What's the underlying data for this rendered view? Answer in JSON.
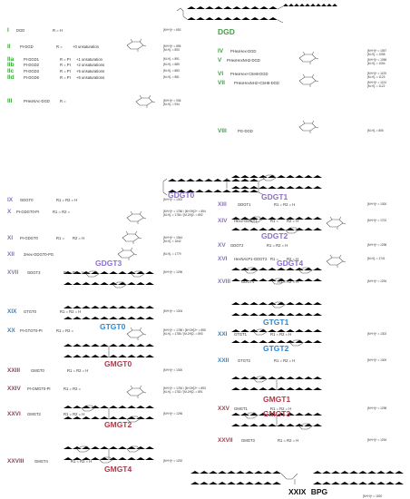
{
  "colors": {
    "green": "#3aa63a",
    "blue": "#2f86d0",
    "purple": "#8b6fc9",
    "red": "#b0394a",
    "black": "#111111"
  },
  "headers": {
    "DGD": {
      "text": "DGD",
      "color": "green"
    },
    "GDGT0": {
      "text": "GDGT0",
      "color": "purple"
    },
    "GDGT1": {
      "text": "GDGT1",
      "color": "purple"
    },
    "GDGT2": {
      "text": "GDGT2",
      "color": "purple"
    },
    "GDGT3": {
      "text": "GDGT3",
      "color": "purple"
    },
    "GDGT4": {
      "text": "GDGT4",
      "color": "purple"
    },
    "GTGT0": {
      "text": "GTGT0",
      "color": "blue"
    },
    "GTGT1": {
      "text": "GTGT1",
      "color": "blue"
    },
    "GTGT2": {
      "text": "GTGT2",
      "color": "blue"
    },
    "GMGT0": {
      "text": "GMGT0",
      "color": "red"
    },
    "GMGT1": {
      "text": "GMGT1",
      "color": "red"
    },
    "GMGT2": {
      "text": "GMGT2",
      "color": "red"
    },
    "GMGT3": {
      "text": "GMGT3",
      "color": "red"
    },
    "GMGT4": {
      "text": "GMGT4",
      "color": "red"
    }
  },
  "left_entries": [
    {
      "id": "I",
      "num": "I",
      "name": "DGD",
      "r": "R = H",
      "ms": "[M+H]+ = 653",
      "color": "green"
    },
    {
      "id": "II",
      "num": "II",
      "name": "PI-DGD",
      "r": "R =",
      "ms": "[M+H]+ = 895\n[M-H]- = 893",
      "color": "green",
      "extra": "+0 unsaturation"
    },
    {
      "id": "IIa",
      "num": "IIa",
      "name": "PI-DGD1",
      "r": "R = PI",
      "ms": "[M-H]- = 891",
      "color": "green",
      "extra": "+1 unsaturation"
    },
    {
      "id": "IIb",
      "num": "IIb",
      "name": "PI-DGD2",
      "r": "R = PI",
      "ms": "[M-H]- = 889",
      "color": "green",
      "extra": "+2 unsaturations"
    },
    {
      "id": "IIc",
      "num": "IIc",
      "name": "PI-DGD3",
      "r": "R = PI",
      "ms": "[M-H]- = 883",
      "color": "green",
      "extra": "+5 unsaturations"
    },
    {
      "id": "IId",
      "num": "IId",
      "name": "PI-DGD6",
      "r": "R = PI",
      "ms": "[M-H]- = 881",
      "color": "green",
      "extra": "+6 unsaturations"
    },
    {
      "id": "III",
      "num": "III",
      "name": "PHexNAc-DGD",
      "r": "R =",
      "ms": "[M+H]+ = 936\n[M-H]- = 934",
      "color": "green"
    },
    {
      "id": "IX",
      "num": "IX",
      "name": "GDGT0",
      "r": "R1 = R2 = H",
      "ms": "[M+H]+ = 1302",
      "color": "purple"
    },
    {
      "id": "X",
      "num": "X",
      "name": "PI-GDGT0-PI",
      "r": "R1 = R2 =",
      "ms": "[M+H]+ = 1786 / [M+2H]2+ = 894\n[M-H]- = 1784 / [M-2H]2- = 892",
      "color": "purple"
    },
    {
      "id": "XI",
      "num": "XI",
      "name": "PI-GDGT0",
      "r": "R1 =",
      "ms": "[M+H]+ = 1544\n[M-H]- = 1542",
      "color": "purple",
      "extra": "R2 = H"
    },
    {
      "id": "XII",
      "num": "XII",
      "name": "2Hex-GDGT0-PG",
      "r": "",
      "ms": "[M-H]- = 1779",
      "color": "purple"
    },
    {
      "id": "XVII",
      "num": "XVII",
      "name": "GDGT3",
      "r": "R1 = R2 = H",
      "ms": "[M+H]+ = 1296",
      "color": "purple"
    },
    {
      "id": "XIX",
      "num": "XIX",
      "name": "GTGT0",
      "r": "R1 = R2 = H",
      "ms": "[M+H]+ = 1304",
      "color": "blue"
    },
    {
      "id": "XX",
      "num": "XX",
      "name": "PI-GTGT0-PI",
      "r": "R1 = R2 =",
      "ms": "[M+H]+ = 1788 / [M+2H]2+ = 895\n[M-H]- = 1786 / [M-2H]2- = 893",
      "color": "blue"
    },
    {
      "id": "XXIII",
      "num": "XXIII",
      "name": "GMGT0",
      "r": "R1 = R2 = H",
      "ms": "[M+H]+ = 1300",
      "color": "red"
    },
    {
      "id": "XXIV",
      "num": "XXIV",
      "name": "PI-GMGT0-PI",
      "r": "R1 = R2 =",
      "ms": "[M+H]+ = 1784 / [M+2H]2+ = 893\n[M-H]- = 1782 / [M-2H]2- = 891",
      "color": "red"
    },
    {
      "id": "XXVI",
      "num": "XXVI",
      "name": "GMGT2",
      "r": "R1 = R2 = H",
      "ms": "[M+H]+ = 1296",
      "color": "red"
    },
    {
      "id": "XXVIII",
      "num": "XXVIII",
      "name": "GMGT4",
      "r": "R1 = R2 = H",
      "ms": "[M+H]+ = 1292",
      "color": "red"
    }
  ],
  "right_entries": [
    {
      "id": "IV",
      "num": "IV",
      "name": "PHexHex-DGD",
      "ms": "[M+H]+ = 1057\n[M-H]- = 1055",
      "color": "green"
    },
    {
      "id": "V",
      "num": "V",
      "name": "PHexHexNH2-DGD",
      "ms": "[M+H]+ = 1056\n[M-H]- = 1054",
      "color": "green"
    },
    {
      "id": "VI",
      "num": "VI",
      "name": "PHexHex+C5H8-DGD",
      "ms": "[M+H]+ = 1125\n[M-H]- = 1123",
      "color": "green"
    },
    {
      "id": "VII",
      "num": "VII",
      "name": "PHexHexNH2+C5H8-DGD",
      "ms": "[M+H]+ = 1124\n[M-H]- = 1122",
      "color": "green"
    },
    {
      "id": "VIII",
      "num": "VIII",
      "name": "PG-DGD",
      "ms": "[M-H]- = 806",
      "color": "green"
    },
    {
      "id": "XIII",
      "num": "XIII",
      "name": "GDGT1",
      "r": "R1 = R2 = H",
      "ms": "[M+H]+ = 1300",
      "color": "purple"
    },
    {
      "id": "XIV",
      "num": "XIV",
      "name": "Hex2-GDGT1",
      "r": "R1 =",
      "ms": "[M+H]+ = 1702",
      "color": "purple",
      "extra": "R2 = H"
    },
    {
      "id": "XV",
      "num": "XV",
      "name": "GDGT2",
      "r": "R1 = R2 = H",
      "ms": "[M+H]+ = 1298",
      "color": "purple"
    },
    {
      "id": "XVI",
      "num": "XVI",
      "name": "HexNAcP1-GDGT2",
      "r": "R1 =",
      "ms": "[M-H]- = 1741",
      "color": "purple",
      "extra": "R2 = H"
    },
    {
      "id": "XVIII",
      "num": "XVIII",
      "name": "GDGT4",
      "r": "R1 = R2 = H",
      "ms": "[M+H]+ = 1294",
      "color": "purple"
    },
    {
      "id": "XXI",
      "num": "XXI",
      "name": "GTGT1",
      "r": "R1 = R2 = H",
      "ms": "[M+H]+ = 1302",
      "color": "blue"
    },
    {
      "id": "XXII",
      "num": "XXII",
      "name": "GTGT2",
      "r": "R1 = R2 = H",
      "ms": "[M+H]+ = 1300",
      "color": "blue"
    },
    {
      "id": "XXV",
      "num": "XXV",
      "name": "GMGT1",
      "r": "R1 = R2 = H",
      "ms": "[M+H]+ = 1298",
      "color": "red"
    },
    {
      "id": "XXVII",
      "num": "XXVII",
      "name": "GMGT3",
      "r": "R1 = R2 = H",
      "ms": "[M+H]+ = 1294",
      "color": "red"
    }
  ],
  "bpg": {
    "num": "XXIX",
    "name": "BPG",
    "ms": "[M+H]+ = 1520"
  }
}
